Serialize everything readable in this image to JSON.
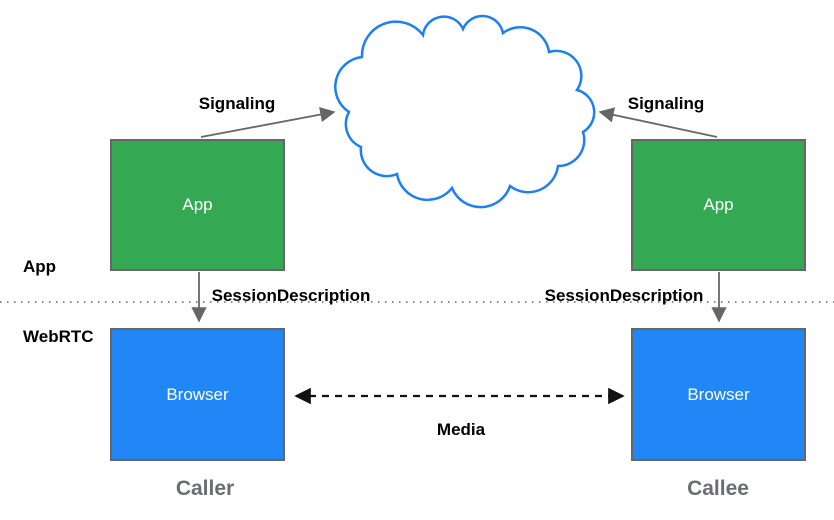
{
  "layers": {
    "app": {
      "label": "App"
    },
    "webrtc": {
      "label": "WebRTC"
    }
  },
  "nodes": {
    "caller_app": {
      "label": "App"
    },
    "callee_app": {
      "label": "App"
    },
    "caller_browser": {
      "label": "Browser"
    },
    "callee_browser": {
      "label": "Browser"
    },
    "cloud": {
      "icon": "cloud-icon"
    }
  },
  "edges": {
    "signaling_left": {
      "label": "Signaling"
    },
    "signaling_right": {
      "label": "Signaling"
    },
    "session_description_left": {
      "label": "SessionDescription"
    },
    "session_description_right": {
      "label": "SessionDescription"
    },
    "media": {
      "label": "Media"
    }
  },
  "captions": {
    "caller": "Caller",
    "callee": "Callee"
  },
  "colors": {
    "app_box_fill": "#34a853",
    "browser_box_fill": "#2287f6",
    "box_border": "#666666",
    "cloud_stroke": "#1e7ff2",
    "gray_arrow": "#666666",
    "media_arrow": "#111111",
    "dotted_divider": "#8a8a8a",
    "label_text": "#000000",
    "caption_text": "#6b6e70"
  }
}
